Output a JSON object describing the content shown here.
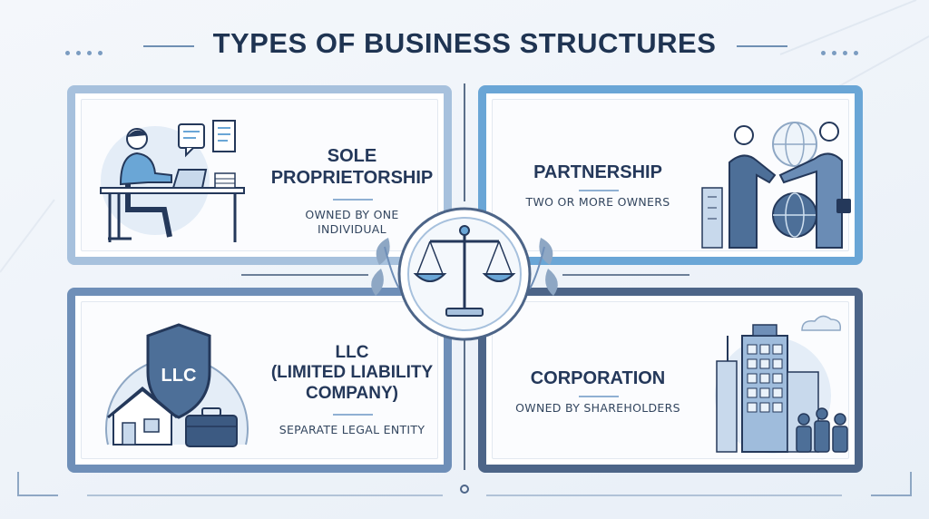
{
  "header": {
    "title": "TYPES OF BUSINESS STRUCTURES"
  },
  "cards": [
    {
      "id": "sole",
      "title_line1": "SOLE",
      "title_line2": "PROPRIETORSHIP",
      "desc_line1": "OWNED BY ONE",
      "desc_line2": "INDIVIDUAL",
      "frame_color": "#a7c1dd"
    },
    {
      "id": "partnership",
      "title_line1": "PARTNERSHIP",
      "desc_line1": "TWO OR MORE OWNERS",
      "frame_color": "#6aa6d6"
    },
    {
      "id": "llc",
      "title_line1": "LLC",
      "title_line2": "(LIMITED LIABILITY",
      "title_line3": "COMPANY)",
      "desc_line1": "SEPARATE LEGAL ENTITY",
      "shield_text": "LLC",
      "frame_color": "#6f8fb8"
    },
    {
      "id": "corporation",
      "title_line1": "CORPORATION",
      "desc_line1": "OWNED BY SHAREHOLDERS",
      "frame_color": "#4d6588"
    }
  ],
  "icons": {
    "center": "balance-scale-icon",
    "sole": "person-at-laptop-icon",
    "partnership": "handshake-icon",
    "llc": "shield-house-icon",
    "corporation": "office-building-icon"
  },
  "colors": {
    "primary": "#24385a",
    "accent": "#6aa6d6",
    "light_accent": "#a7c1dd",
    "dark_frame": "#4d6588"
  }
}
